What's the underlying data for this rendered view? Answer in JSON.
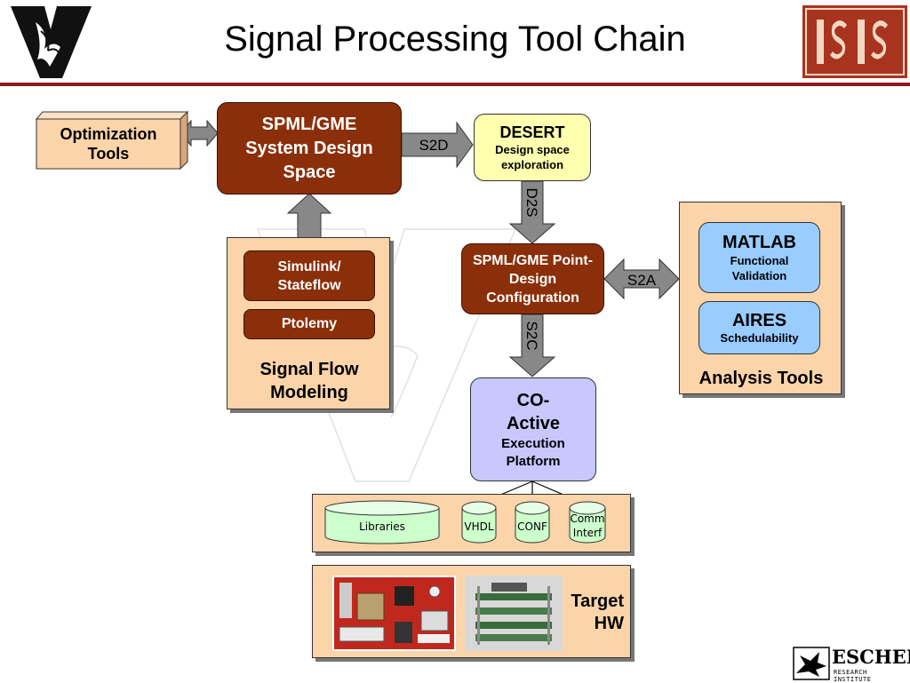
{
  "title": "Signal Processing Tool Chain",
  "optimization": "Optimization Tools",
  "spml_system": "SPML/GME System Design Space",
  "s2d": "S2D",
  "desert": {
    "title": "DESERT",
    "subtitle": "Design space exploration"
  },
  "d2s": "D2S",
  "point_design": "SPML/GME Point-Design Configuration",
  "s2a": "S2A",
  "s2c": "S2C",
  "signal_flow": {
    "items": [
      "Simulink/ Stateflow",
      "Ptolemy"
    ],
    "label": "Signal Flow Modeling"
  },
  "analysis": {
    "matlab": {
      "title": "MATLAB",
      "subtitle": "Functional Validation"
    },
    "aires": {
      "title": "AIRES",
      "subtitle": "Schedulability"
    },
    "label": "Analysis Tools"
  },
  "coactive": {
    "title": "CO-Active",
    "subtitle": "Execution Platform"
  },
  "cylinders": [
    "Libraries",
    "VHDL",
    "CONF",
    "Comm Interf"
  ],
  "target": "Target HW",
  "escher": {
    "name": "ESCHER",
    "sub": "RESEARCH INSTITUTE"
  },
  "colors": {
    "accent": "#8b2f0a",
    "rule": "#8b1a1a",
    "panel": "#fcd4aa"
  }
}
